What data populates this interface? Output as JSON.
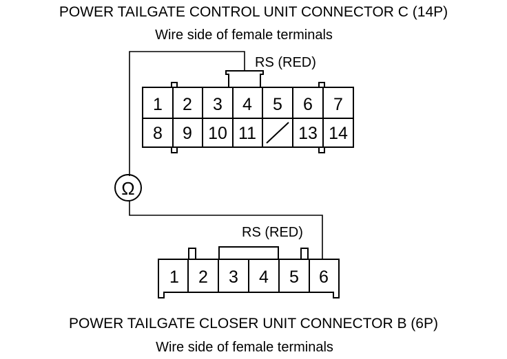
{
  "connector_c": {
    "title": "POWER TAILGATE CONTROL UNIT CONNECTOR C (14P)",
    "view": "Wire side of female terminals",
    "wire_label": "RS (RED)",
    "row1": [
      "1",
      "2",
      "3",
      "4",
      "5",
      "6",
      "7"
    ],
    "row2": [
      "8",
      "9",
      "10",
      "11",
      "",
      "13",
      "14"
    ]
  },
  "connector_b": {
    "title": "POWER TAILGATE CLOSER UNIT CONNECTOR B (6P)",
    "view": "Wire side of female terminals",
    "wire_label": "RS (RED)",
    "pins": [
      "1",
      "2",
      "3",
      "4",
      "5",
      "6"
    ]
  },
  "meter": {
    "symbol": "Ω"
  }
}
